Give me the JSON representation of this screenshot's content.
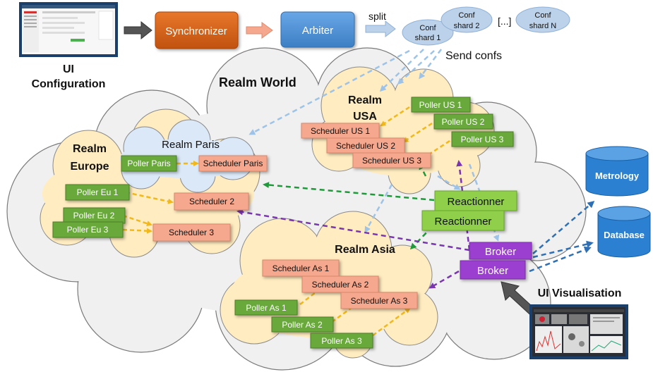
{
  "colors": {
    "cloud_world": "#f0f0f0",
    "cloud_realm": "#ffecc0",
    "cloud_paris": "#dbe8f8",
    "poller": "#69a83b",
    "scheduler": "#f5a88e",
    "reactionner": "#8fcf4a",
    "broker": "#9b3fd0",
    "synchronizer": "#d4611a",
    "arbiter": "#4f8fd2",
    "shard": "#bcd2ea",
    "database": "#2b80d2",
    "arrow_yellow": "#f2b81a",
    "arrow_green": "#1f9a3a",
    "arrow_purple": "#7a35b0",
    "arrow_lightblue": "#9ec3e8",
    "arrow_darkblue": "#2e6fb5"
  },
  "top": {
    "ui_configuration": [
      "UI",
      "Configuration"
    ],
    "synchronizer": "Synchronizer",
    "arbiter": "Arbiter",
    "split": "split",
    "shards": [
      [
        "Conf",
        "shard 1"
      ],
      [
        "Conf",
        "shard 2"
      ],
      [
        "Conf",
        "shard N"
      ]
    ],
    "ellipsis": "[...]",
    "send_confs": "Send confs"
  },
  "realms": {
    "world": "Realm World",
    "europe": [
      "Realm",
      "Europe"
    ],
    "paris": "Realm Paris",
    "usa": [
      "Realm",
      "USA"
    ],
    "asia": "Realm Asia"
  },
  "nodes": {
    "poller_paris": "Poller Paris",
    "scheduler_paris": "Scheduler  Paris",
    "poller_eu1": "Poller Eu 1",
    "poller_eu2": "Poller  Eu 2",
    "poller_eu3": "Poller Eu 3",
    "scheduler_2": "Scheduler  2",
    "scheduler_3": "Scheduler  3",
    "poller_us1": "Poller  US 1",
    "poller_us2": "Poller  US 2",
    "poller_us3": "Poller  US 3",
    "scheduler_us1": "Scheduler US 1",
    "scheduler_us2": "Scheduler  US 2",
    "scheduler_us3": "Scheduler  US 3",
    "reactionner_1": "Reactionner",
    "reactionner_2": "Reactionner",
    "broker_1": "Broker",
    "broker_2": "Broker",
    "scheduler_as1": "Scheduler As 1",
    "scheduler_as2": "Scheduler As 2",
    "scheduler_as3": "Scheduler As 3",
    "poller_as1": "Poller  As 1",
    "poller_as2": "Poller  As 2",
    "poller_as3": "Poller  As 3"
  },
  "databases": {
    "metrology": "Metrology",
    "database": "Database"
  },
  "ui_visualisation": "UI Visualisation"
}
